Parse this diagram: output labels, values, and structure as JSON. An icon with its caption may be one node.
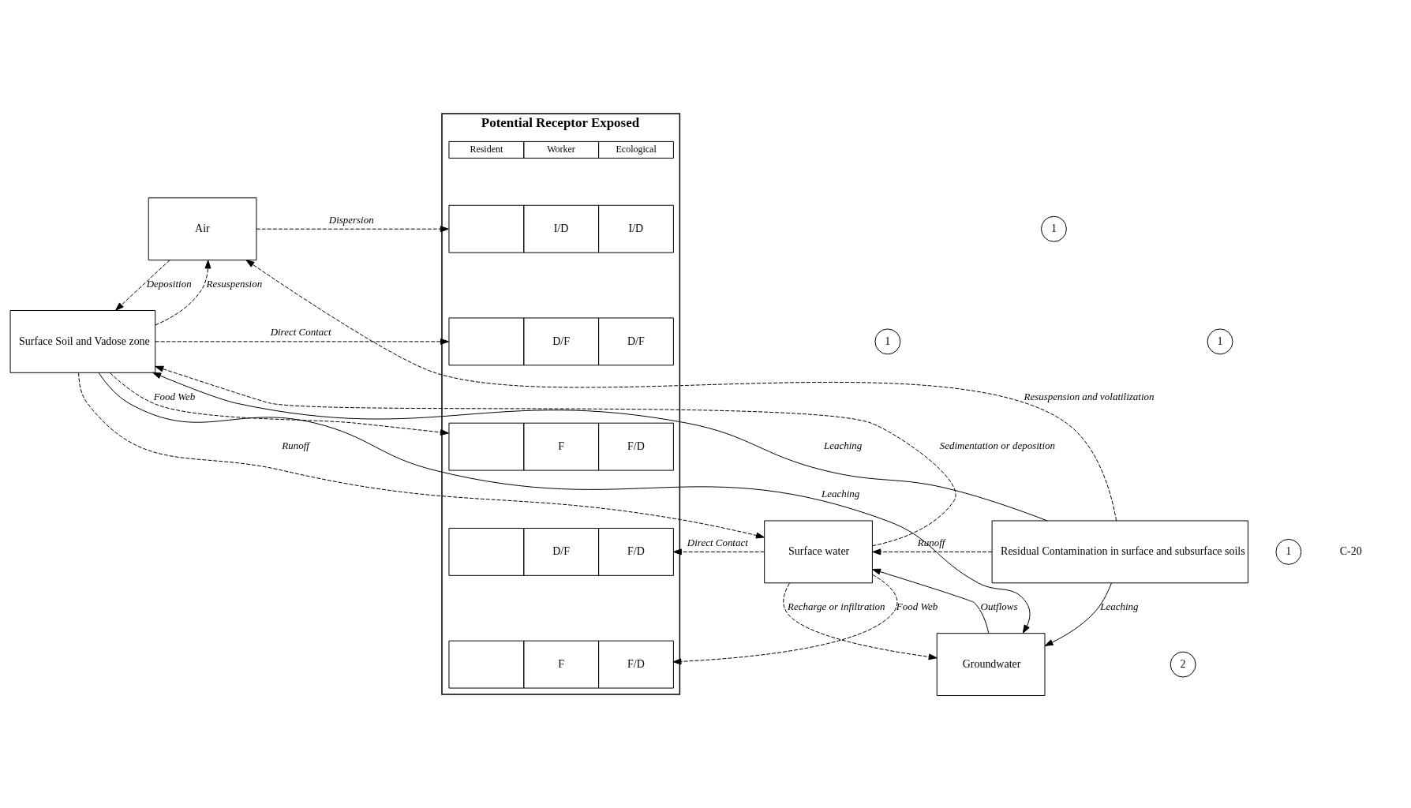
{
  "diagram": {
    "nodes": [
      {
        "text": [
          "Air"
        ]
      },
      {
        "text": [
          "Surface Soil and Vadose zone"
        ]
      },
      {
        "text": [
          "Residual Contamination in surface and subsurface soils"
        ]
      },
      {
        "text": [
          "Surface water"
        ]
      },
      {
        "text": [
          "Groundwater"
        ]
      },
      {
        "text": [
          "Potential Receptor Exposed"
        ]
      },
      {
        "text": [
          "I/D",
          "I/D"
        ],
        "in": 5
      },
      {
        "text": [
          "D/F",
          "D/F"
        ],
        "in": 5
      },
      {
        "text": [
          "F",
          "F/D"
        ],
        "in": 5
      },
      {
        "text": [
          "D/F",
          "F/D"
        ],
        "in": 5
      },
      {
        "text": [
          "F",
          "F/D"
        ],
        "in": 5
      },
      {
        "text": [
          "1"
        ]
      },
      {
        "text": [
          "1"
        ]
      },
      {
        "text": [
          "1"
        ]
      },
      {
        "text": [
          "1"
        ]
      },
      {
        "text": [
          "2"
        ]
      }
    ],
    "edges": [
      {
        "from": 2,
        "to": 0,
        "arrow": "to",
        "label": "Resuspension and volatilization",
        "style": "dashed"
      },
      {
        "from": 2,
        "to": 1,
        "arrow": "to",
        "label": "Leaching"
      },
      {
        "from": 2,
        "to": 3,
        "arrow": "to",
        "label": "Runoff",
        "style": "dashed"
      },
      {
        "from": 2,
        "to": 4,
        "arrow": "to",
        "label": "Leaching"
      },
      {
        "from": 1,
        "to": 4,
        "arrow": "to",
        "label": "Leaching"
      },
      {
        "from": 0,
        "to": 1,
        "arrow": "to",
        "label": "Deposition",
        "style": "dashed"
      },
      {
        "from": 1,
        "to": 0,
        "arrow": "to",
        "label": "Resuspension",
        "style": "dashed"
      },
      {
        "from": 1,
        "to": 3,
        "arrow": "to",
        "label": "Runoff",
        "style": "dashed"
      },
      {
        "from": 3,
        "to": 1,
        "arrow": "to",
        "label": "Sedimentation or deposition",
        "style": "dashed"
      },
      {
        "from": 3,
        "to": 4,
        "arrow": "to",
        "label": "Recharge or infiltration",
        "style": "dashed"
      },
      {
        "from": 4,
        "to": 3,
        "arrow": "to",
        "label": "Outflows"
      },
      {
        "from": 0,
        "to": 6,
        "arrow": "to",
        "label": "Dispersion",
        "style": "dashed"
      },
      {
        "from": 1,
        "to": 7,
        "arrow": "to",
        "label": "Direct Contact",
        "style": "dashed"
      },
      {
        "from": 1,
        "to": 8,
        "arrow": "to",
        "label": "Food Web",
        "style": "dashed"
      },
      {
        "from": 3,
        "to": 9,
        "arrow": "to",
        "label": "Direct Contact",
        "style": "dashed"
      },
      {
        "from": 3,
        "to": 10,
        "arrow": "to",
        "label": "Food Web",
        "style": "dashed"
      }
    ],
    "labels": [
      "C-20",
      "Resident",
      "Worker",
      "Ecological"
    ]
  }
}
